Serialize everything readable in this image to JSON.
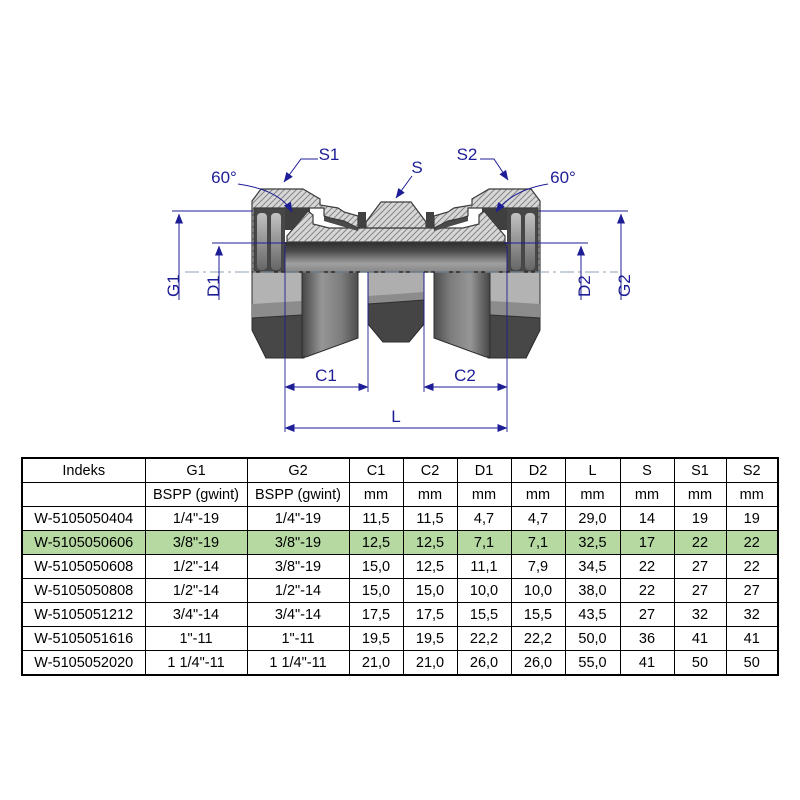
{
  "drawing": {
    "labels": {
      "s1": "S1",
      "s": "S",
      "s2": "S2",
      "angle_left": "60°",
      "angle_right": "60°",
      "g1": "G1",
      "d1": "D1",
      "d2": "D2",
      "g2": "G2",
      "c1": "C1",
      "c2": "C2",
      "l": "L"
    },
    "colors": {
      "dimension": "#1d1d96",
      "hatch_fill": "#d7d7d7",
      "metal_light": "#b5b5b5",
      "metal_dark": "#4e4e4e"
    }
  },
  "table": {
    "highlight_color": "#b5d9a1",
    "columns": [
      "Indeks",
      "G1",
      "G2",
      "C1",
      "C2",
      "D1",
      "D2",
      "L",
      "S",
      "S1",
      "S2"
    ],
    "units": [
      "",
      "BSPP (gwint)",
      "BSPP (gwint)",
      "mm",
      "mm",
      "mm",
      "mm",
      "mm",
      "mm",
      "mm",
      "mm"
    ],
    "rows": [
      {
        "highlighted": false,
        "cells": [
          "W-5105050404",
          "1/4\"-19",
          "1/4\"-19",
          "11,5",
          "11,5",
          "4,7",
          "4,7",
          "29,0",
          "14",
          "19",
          "19"
        ]
      },
      {
        "highlighted": true,
        "cells": [
          "W-5105050606",
          "3/8\"-19",
          "3/8\"-19",
          "12,5",
          "12,5",
          "7,1",
          "7,1",
          "32,5",
          "17",
          "22",
          "22"
        ]
      },
      {
        "highlighted": false,
        "cells": [
          "W-5105050608",
          "1/2\"-14",
          "3/8\"-19",
          "15,0",
          "12,5",
          "11,1",
          "7,9",
          "34,5",
          "22",
          "27",
          "22"
        ]
      },
      {
        "highlighted": false,
        "cells": [
          "W-5105050808",
          "1/2\"-14",
          "1/2\"-14",
          "15,0",
          "15,0",
          "10,0",
          "10,0",
          "38,0",
          "22",
          "27",
          "27"
        ]
      },
      {
        "highlighted": false,
        "cells": [
          "W-5105051212",
          "3/4\"-14",
          "3/4\"-14",
          "17,5",
          "17,5",
          "15,5",
          "15,5",
          "43,5",
          "27",
          "32",
          "32"
        ]
      },
      {
        "highlighted": false,
        "cells": [
          "W-5105051616",
          "1\"-11",
          "1\"-11",
          "19,5",
          "19,5",
          "22,2",
          "22,2",
          "50,0",
          "36",
          "41",
          "41"
        ]
      },
      {
        "highlighted": false,
        "cells": [
          "W-5105052020",
          "1 1/4\"-11",
          "1 1/4\"-11",
          "21,0",
          "21,0",
          "26,0",
          "26,0",
          "55,0",
          "41",
          "50",
          "50"
        ]
      }
    ]
  }
}
